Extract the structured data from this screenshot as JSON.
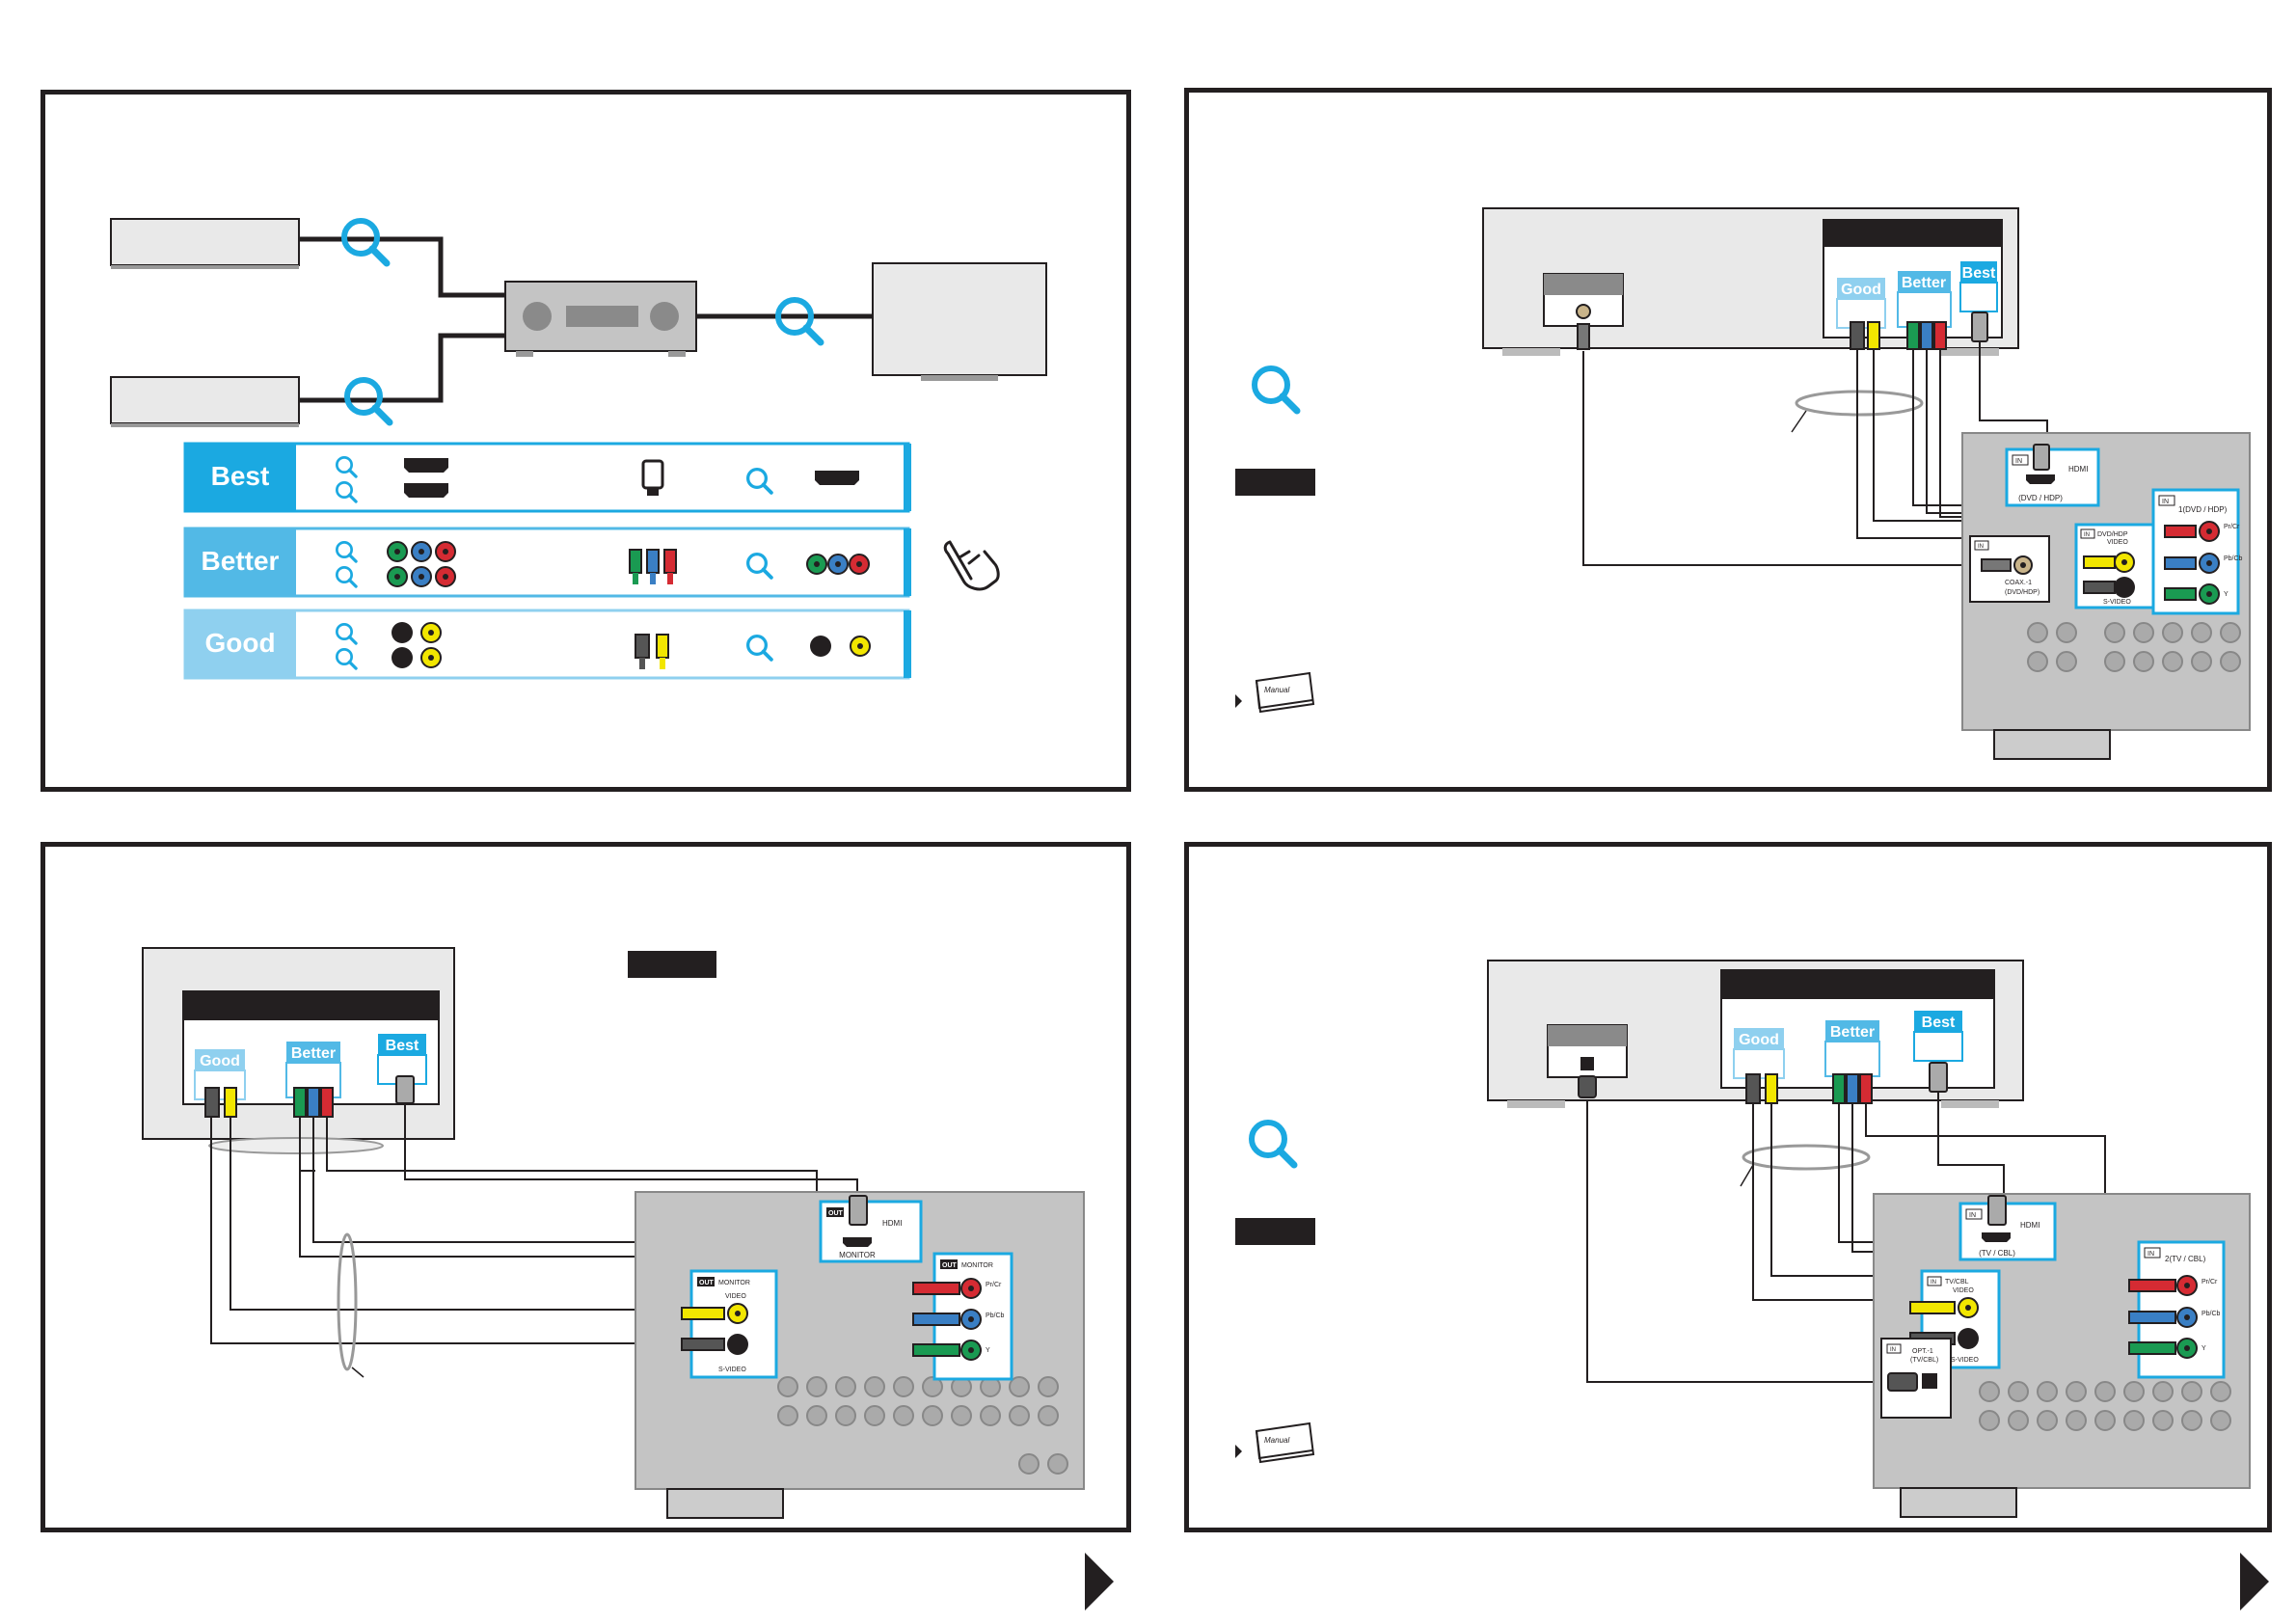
{
  "colors": {
    "accent": "#1ba9e1",
    "better_accent": "#52b9e6",
    "good_accent": "#8fd0ef",
    "frame": "#231f20",
    "device_fill": "#e9e9e9",
    "receiver_fill": "#c4c4c4"
  },
  "quality_table": {
    "rows": [
      {
        "label": "Best",
        "port_icons": "hdmi-port-icon",
        "cable_icon": "hdmi-cable-icon",
        "jack_icon": "hdmi-jack-icon"
      },
      {
        "label": "Better",
        "port_icons": "component-ports-icon",
        "cable_icon": "component-cable-icon",
        "jack_icon": "component-jacks-icon"
      },
      {
        "label": "Good",
        "port_icons": "svideo-composite-ports-icon",
        "cable_icon": "svideo-composite-cable-icon",
        "jack_icon": "svideo-composite-jacks-icon"
      }
    ]
  },
  "source_device": {
    "badges": {
      "good": "Good",
      "better": "Better",
      "best": "Best"
    }
  },
  "receiver_labels_top": {
    "hdmi_in": "HDMI",
    "hdmi_in_sub": "(DVD / HDP)",
    "component_in": "1(DVD / HDP)",
    "video_in": "DVD/HDP",
    "video_in_sub": "VIDEO",
    "svideo": "S-VIDEO",
    "coax": "COAX.-1",
    "coax_sub": "(DVD/HDP)",
    "pb": "Pb/Cb",
    "pr": "Pr/Cr",
    "y": "Y",
    "in": "IN"
  },
  "receiver_labels_monitor": {
    "out": "OUT",
    "hdmi": "HDMI",
    "monitor": "MONITOR",
    "video": "VIDEO",
    "svideo": "S-VIDEO",
    "pb": "Pb/Cb",
    "pr": "Pr/Cr",
    "y": "Y"
  },
  "receiver_labels_tv": {
    "hdmi_in": "HDMI",
    "hdmi_in_sub": "(TV / CBL)",
    "component_in": "2(TV / CBL)",
    "video_in": "TV/CBL",
    "video_in_sub": "VIDEO",
    "svideo": "S-VIDEO",
    "opt": "OPT.-1",
    "opt_sub": "(TV/CBL)",
    "pb": "Pb/Cb",
    "pr": "Pr/Cr",
    "y": "Y",
    "in": "IN"
  },
  "manual_label": "Manual",
  "icons": {
    "magnifier": "magnifier-icon",
    "hand": "hand-pointer-icon",
    "next": "next-arrow-icon",
    "manual": "manual-book-icon"
  }
}
